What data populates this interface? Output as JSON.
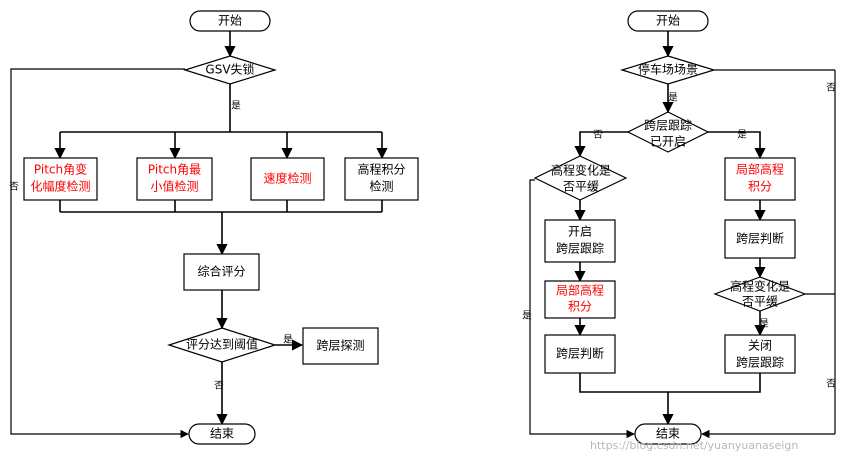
{
  "left": {
    "start": "开始",
    "gsv": "GSV失锁",
    "yes1": "是",
    "no1": "否",
    "box_pitch_change": [
      "Pitch角变",
      "化幅度检测"
    ],
    "box_pitch_min": [
      "Pitch角最",
      "小值检测"
    ],
    "box_speed": "速度检测",
    "box_height": [
      "高程积分",
      "检测"
    ],
    "box_score": "综合评分",
    "threshold": "评分达到阈值",
    "yes2": "是",
    "no2": "否",
    "box_detect": "跨层探测",
    "end": "结束"
  },
  "right": {
    "start": "开始",
    "parking": "停车场场景",
    "yes_parking": "是",
    "no_parking": "否",
    "tracking": [
      "跨层跟踪",
      "已开启"
    ],
    "no_tracking": "否",
    "yes_tracking": "是",
    "smooth_left": [
      "高程变化是",
      "否平缓"
    ],
    "yes_smooth_left": "是",
    "box_open": [
      "开启",
      "跨层跟踪"
    ],
    "box_local_left": [
      "局部高程",
      "积分"
    ],
    "box_judge_left": "跨层判断",
    "box_local_right": [
      "局部高程",
      "积分"
    ],
    "box_judge_right": "跨层判断",
    "smooth_right": [
      "高程变化是",
      "否平缓"
    ],
    "yes_smooth_right": "是",
    "box_close": [
      "关闭",
      "跨层跟踪"
    ],
    "no_smooth_right": "否",
    "end": "结束"
  },
  "watermark": "https://blog.csdn.net/yuanyuanaseign"
}
